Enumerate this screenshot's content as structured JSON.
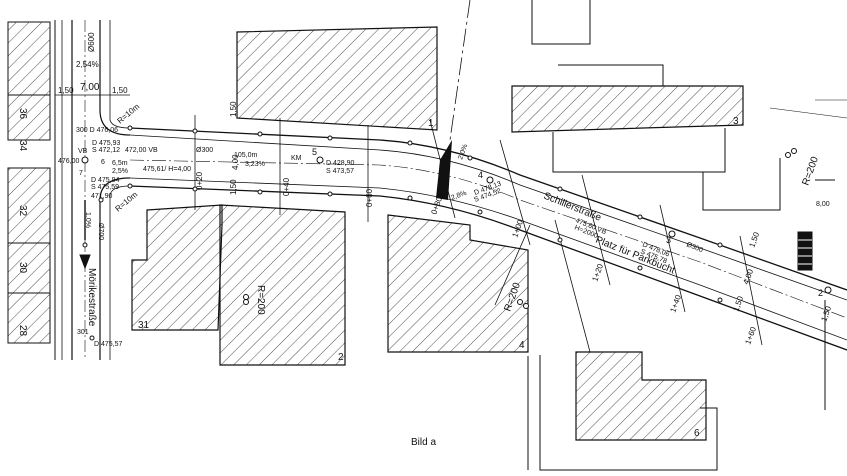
{
  "caption": "Bild a",
  "streets": {
    "left": "Mörikestraße",
    "right": "Schillerstraße",
    "parking": "Platz für Parkbucht"
  },
  "buildings": [
    "1",
    "2",
    "3",
    "4",
    "6",
    "31"
  ],
  "house_numbers": [
    "36",
    "34",
    "32",
    "30",
    "28"
  ],
  "radius_labels": [
    "R=10m",
    "R=10m",
    "R=200",
    "R=200",
    "R=200"
  ],
  "dimensions": {
    "top_slope": "2,54%",
    "widths": [
      "1,50",
      "7,00",
      "1,50"
    ],
    "pipe_600": "Ø600",
    "pipe_300_a": "Ø300",
    "pipe_300_b": "Ø300",
    "pipe_700": "Ø700",
    "length_105": "105,0m",
    "slope_3_23": "3,23%",
    "km": "KM",
    "slope_2_5": "2,5%",
    "left_width": "6,5m",
    "slope_1_0": "1,0%",
    "right_width": "8,00",
    "side_150_a": "1,50",
    "side_150_b": "1,50",
    "side_150_c": "1,50",
    "side_150_d": "1,50",
    "side_400": "4,00",
    "side_400_b": "4,00",
    "right_150": "1,50"
  },
  "elevations": {
    "d300": "300 D 476,06",
    "d475_93": "D 475,93",
    "s472_12": "S 472,12",
    "vb472": "472,00 VB",
    "vb476": "476,00",
    "vb_label": "VB",
    "e6": "6",
    "e7": "7",
    "d475_94": "D 475,94",
    "s475_59": "S 475,59",
    "e471_90": "471,90",
    "h475": "475,61/ H=4,00",
    "d428_90": "D 428,90",
    "s473_57": "S 473,57",
    "d478_13": "D 478,13",
    "s474_52": "S 474,52",
    "vb475_60": "475,60 VB",
    "h2000": "H=2000",
    "d478_06": "D 478,06",
    "s475_78": "S 475,78",
    "d301": "301",
    "d475_57": "D 475,57",
    "n5": "5",
    "n4": "4",
    "n3": "3",
    "n2": "2",
    "slope_2_0": "2,0%",
    "slope_2_8": "2,8%"
  },
  "stations": [
    "0+20",
    "0+40",
    "0+60",
    "0+80",
    "1+00",
    "1+20",
    "1+40",
    "1+60"
  ]
}
